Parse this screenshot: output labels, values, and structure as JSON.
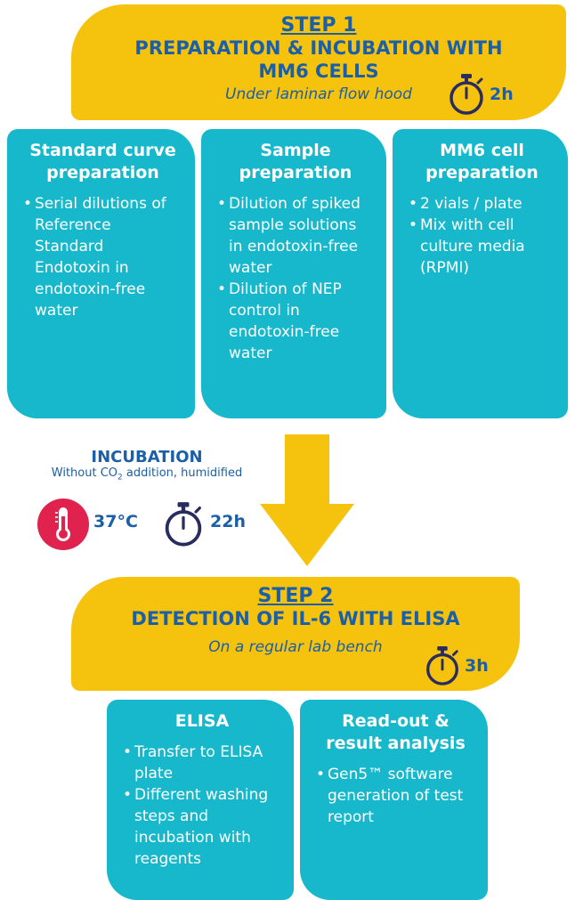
{
  "step1": {
    "number": "STEP 1",
    "title_line1": "PREPARATION & INCUBATION WITH",
    "title_line2": "MM6 CELLS",
    "subtitle": "Under laminar flow hood",
    "duration": "2h"
  },
  "cards1": [
    {
      "title": "Standard curve preparation",
      "items": [
        "Serial dilutions of Reference Standard Endotoxin in endotoxin-free water"
      ]
    },
    {
      "title": "Sample preparation",
      "items": [
        "Dilution of spiked sample solutions in endotoxin-free water",
        "Dilution of NEP control in endotoxin-free water"
      ]
    },
    {
      "title": "MM6 cell preparation",
      "items": [
        "2 vials / plate",
        "Mix with cell culture media (RPMI)"
      ]
    }
  ],
  "incubation": {
    "title": "INCUBATION",
    "sub_prefix": "Without CO",
    "sub_subscript": "2",
    "sub_suffix": " addition, humidified",
    "temperature": "37°C",
    "duration": "22h"
  },
  "step2": {
    "number": "STEP 2",
    "title": "DETECTION OF IL-6 WITH ELISA",
    "subtitle": "On a regular lab bench",
    "duration": "3h"
  },
  "cards2": [
    {
      "title": "ELISA",
      "items": [
        "Transfer to ELISA plate",
        "Different washing steps and incubation with reagents"
      ]
    },
    {
      "title": "Read-out & result analysis",
      "items": [
        "Gen5™ software generation of test report"
      ]
    }
  ],
  "colors": {
    "yellow": "#F5C20E",
    "teal": "#17B8CC",
    "blue_text": "#1B5FA8",
    "timer_dark": "#2A2B5E",
    "thermo_red": "#E0234E"
  },
  "icons": [
    "stopwatch-icon",
    "thermometer-icon",
    "down-arrow-icon"
  ]
}
